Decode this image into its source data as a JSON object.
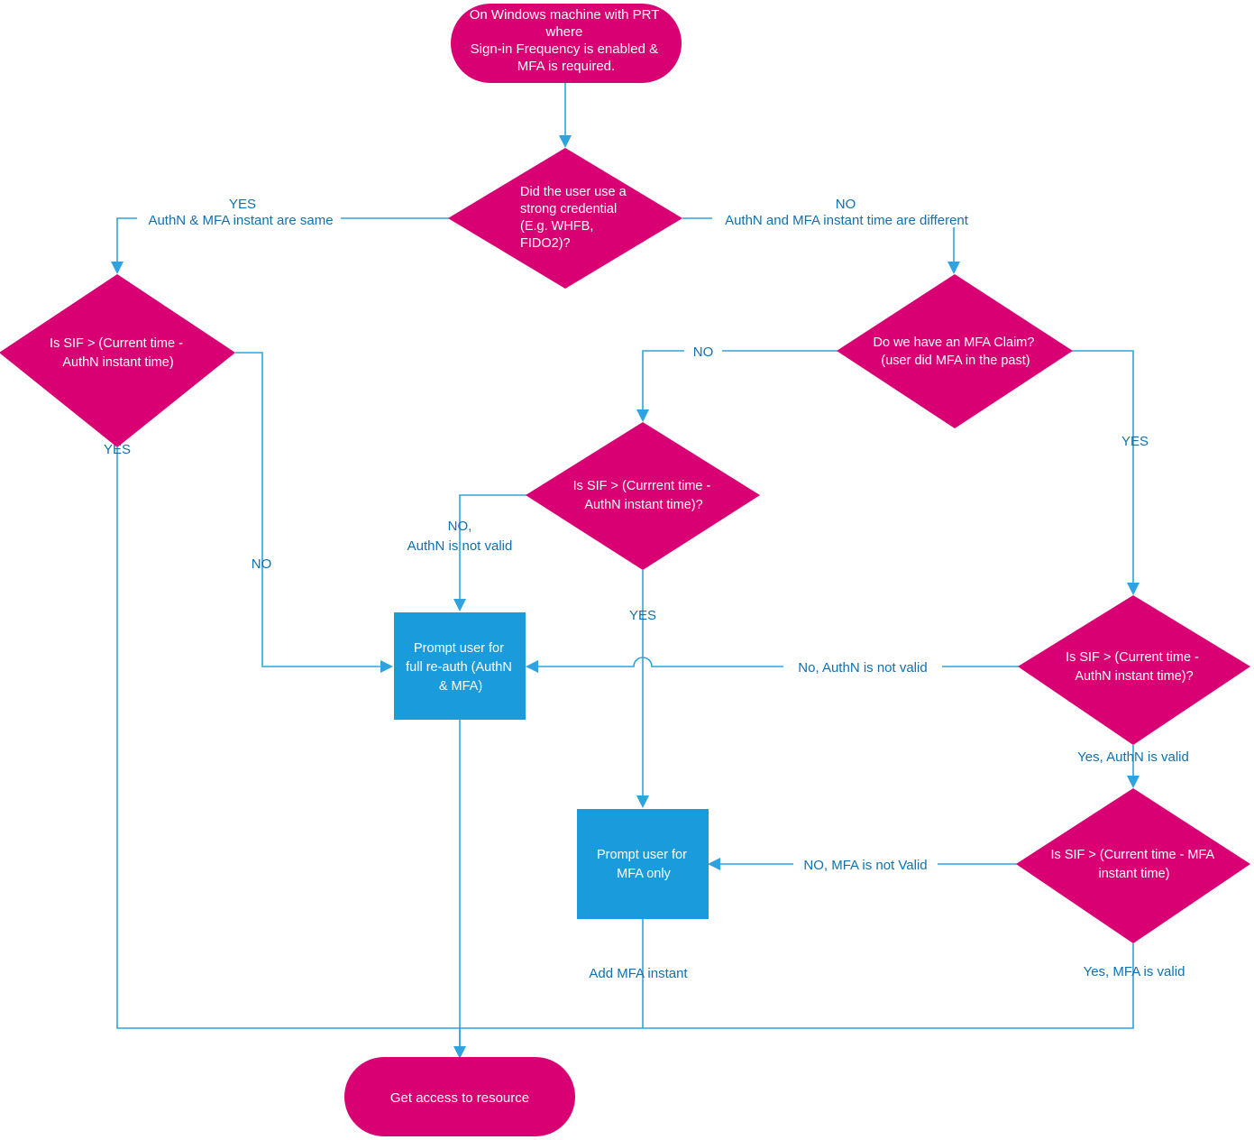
{
  "diagram": {
    "title": "Sign-in Frequency and MFA evaluation flow on Windows with PRT",
    "colors": {
      "node_magenta": "#D80073",
      "node_blue": "#1A9BDC",
      "connector": "#2EA3DF",
      "label_text": "#1070B0",
      "node_text": "#FFFFFF",
      "background": "#FFFFFF"
    },
    "nodes": {
      "start": {
        "shape": "rounded-terminator",
        "lines": [
          "On Windows machine with PRT",
          "where",
          "Sign-in Frequency is enabled &",
          "MFA is required."
        ]
      },
      "strong_credential": {
        "shape": "decision",
        "lines": [
          "Did the user use a",
          "strong credential",
          "(E.g. WHFB,",
          "FIDO2)?"
        ]
      },
      "sif_authn_left": {
        "shape": "decision",
        "lines": [
          "Is SIF > (Current time -",
          "AuthN instant time)"
        ]
      },
      "mfa_claim": {
        "shape": "decision",
        "lines": [
          "Do we have an MFA Claim?",
          "(user did MFA in the past)"
        ]
      },
      "sif_authn_middle": {
        "shape": "decision",
        "lines": [
          "Is SIF > (Currrent time -",
          "AuthN instant time)?"
        ]
      },
      "sif_authn_right": {
        "shape": "decision",
        "lines": [
          "Is SIF > (Current time -",
          "AuthN instant time)?"
        ]
      },
      "sif_mfa_right": {
        "shape": "decision",
        "lines": [
          "Is SIF > (Current time - MFA",
          "instant time)"
        ]
      },
      "prompt_full_reauth": {
        "shape": "process",
        "lines": [
          "Prompt user for",
          "full re-auth (AuthN",
          "& MFA)"
        ]
      },
      "prompt_mfa_only": {
        "shape": "process",
        "lines": [
          "Prompt user for",
          "MFA only"
        ]
      },
      "get_access": {
        "shape": "rounded-terminator",
        "lines": [
          "Get access to resource"
        ]
      }
    },
    "edge_labels": {
      "yes_authn_mfa_same_l1": "YES",
      "yes_authn_mfa_same_l2": "AuthN & MFA instant are same",
      "no_authn_mfa_different_l1": "NO",
      "no_authn_mfa_different_l2": "AuthN and MFA instant time are different",
      "left_yes": "YES",
      "left_no": "NO",
      "mfa_claim_no": "NO",
      "mfa_claim_yes": "YES",
      "middle_no_l1": "NO,",
      "middle_no_l2": "AuthN is not valid",
      "middle_yes": "YES",
      "right_no_authn_not_valid": "No, AuthN is not valid",
      "right_yes_authn_valid": "Yes, AuthN is valid",
      "right_no_mfa_not_valid": "NO, MFA is not Valid",
      "right_yes_mfa_valid": "Yes, MFA is valid",
      "add_mfa_instant": "Add MFA instant"
    }
  }
}
